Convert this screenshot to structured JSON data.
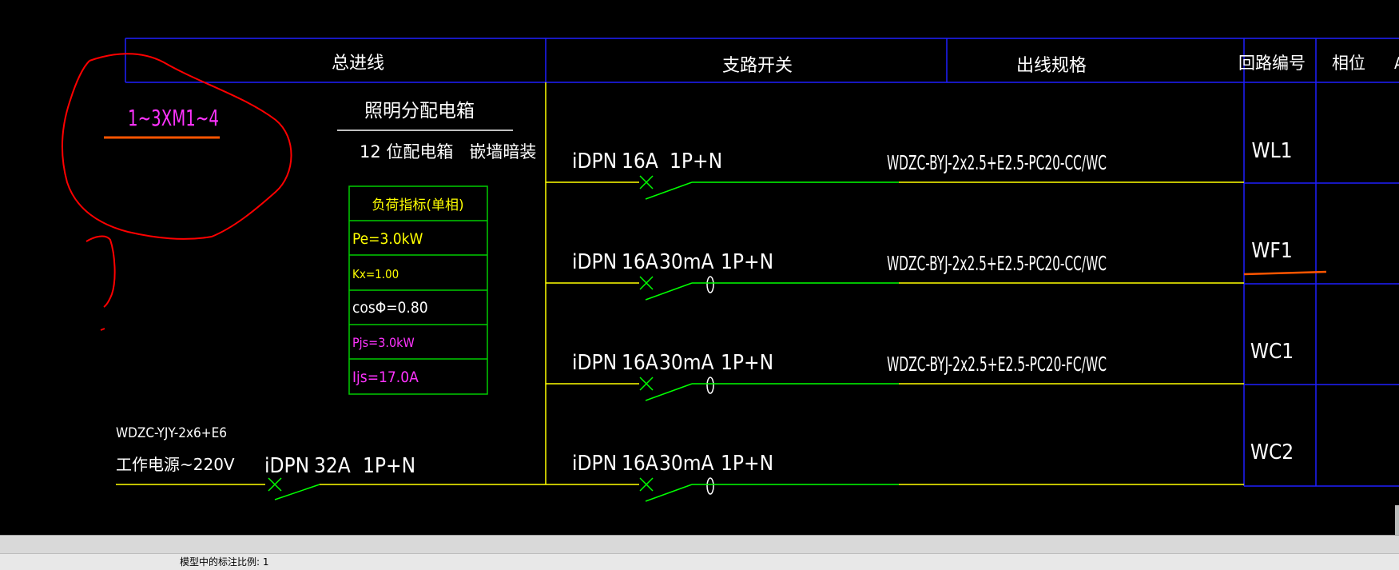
{
  "header": {
    "main_incoming": "总进线",
    "branch_switch": "支路开关",
    "outgoing_spec": "出线规格",
    "circuit_no": "回路编号",
    "phase": "相位",
    "extra": "A"
  },
  "annotation": {
    "label": "1~3XM1~4"
  },
  "box": {
    "title": "照明分配电箱",
    "subtitle": "12 位配电箱   嵌墙暗装"
  },
  "load_table": {
    "title": "负荷指标(单相)",
    "rows": [
      {
        "text": "Pe=3.0kW",
        "color": "#ffff00"
      },
      {
        "text": "Kx=1.00",
        "color": "#ffff00"
      },
      {
        "text": "cosΦ=0.80",
        "color": "#ffffff"
      },
      {
        "text": "Pjs=3.0kW",
        "color": "#ff33ff"
      },
      {
        "text": "Ijs=17.0A",
        "color": "#ff33ff"
      }
    ]
  },
  "main_feed": {
    "cable": "WDZC-YJY-2x6+E6",
    "power": "工作电源~220V",
    "breaker": [
      "iDPN",
      "32A",
      "1P+N"
    ]
  },
  "circuits": [
    {
      "breaker": [
        "iDPN",
        "16A",
        "",
        "1P+N"
      ],
      "cable": "WDZC-BYJ-2x2.5+E2.5-PC20-CC/WC",
      "id": "WL1"
    },
    {
      "breaker": [
        "iDPN",
        "16A",
        "30mA",
        "1P+N"
      ],
      "cable": "WDZC-BYJ-2x2.5+E2.5-PC20-CC/WC",
      "id": "WF1"
    },
    {
      "breaker": [
        "iDPN",
        "16A",
        "30mA",
        "1P+N"
      ],
      "cable": "WDZC-BYJ-2x2.5+E2.5-PC20-FC/WC",
      "id": "WC1"
    },
    {
      "breaker": [
        "iDPN",
        "16A",
        "30mA",
        "1P+N"
      ],
      "cable": "",
      "id": "WC2"
    }
  ],
  "status": {
    "scale_text": "模型中的标注比例: 1"
  },
  "colors": {
    "grid": "#0000ff",
    "line": "#ffff00",
    "switch": "#00ff00",
    "text": "#ffffff",
    "magenta": "#ff33ff",
    "markup_red": "#ff0000",
    "markup_orange": "#ff5500",
    "box_border": "#00cc00"
  }
}
